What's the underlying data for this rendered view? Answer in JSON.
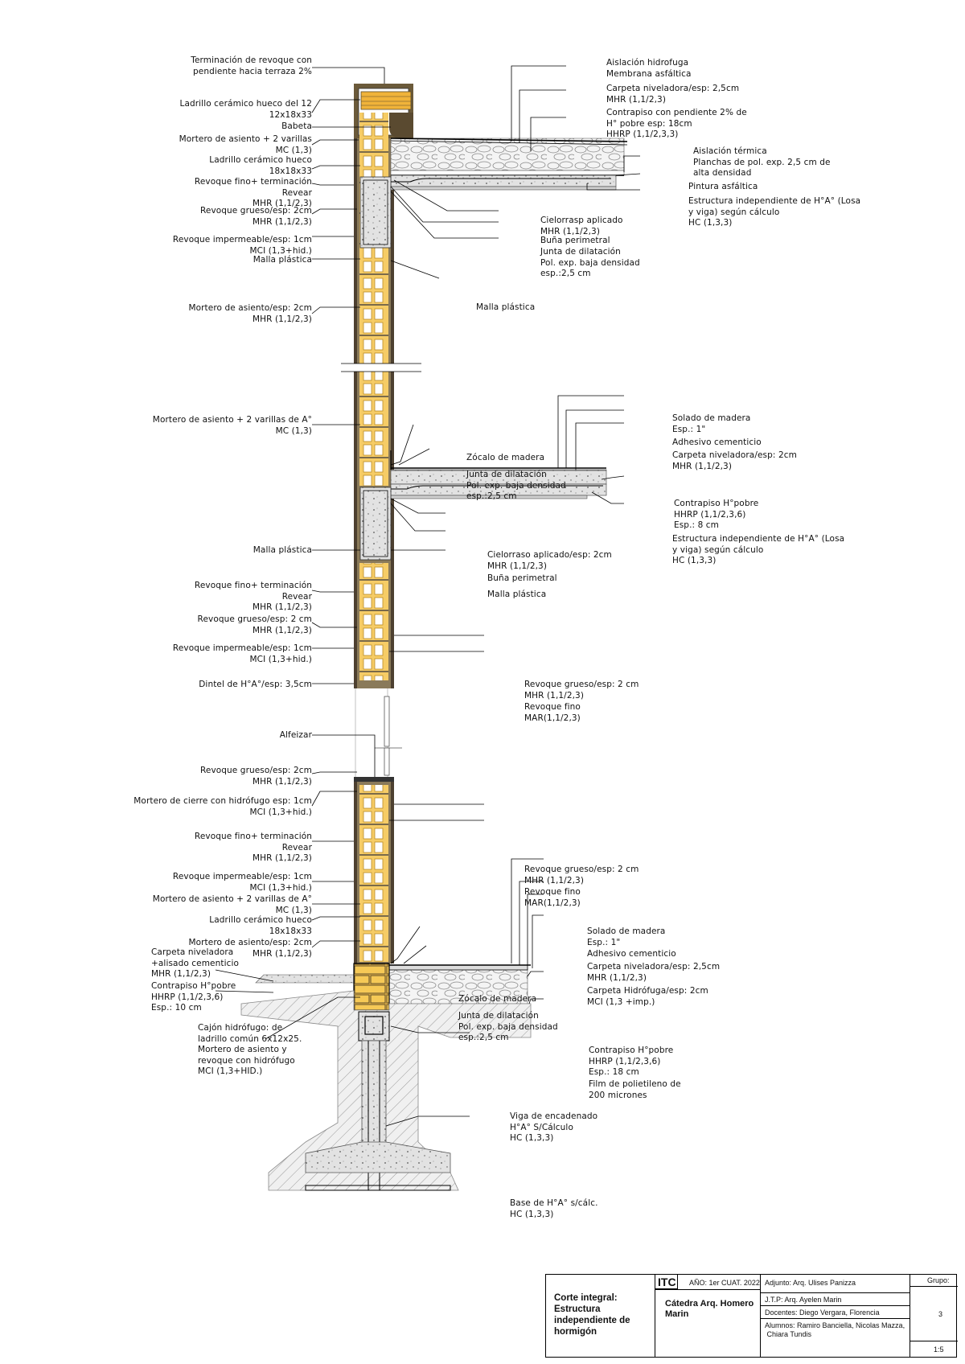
{
  "labels": {
    "l01": "Terminación de revoque con\npendiente hacia terraza 2%",
    "l02": "Ladrillo cerámico hueco del 12\n12x18x33",
    "l03": "Babeta",
    "l04": "Mortero de asiento + 2 varillas\nMC (1,3)",
    "l05": "Ladrillo cerámico hueco\n18x18x33",
    "l06": "Revoque fino+ terminación\nRevear\nMHR (1,1/2,3)",
    "l07": "Revoque grueso/esp: 2cm\nMHR (1,1/2,3)",
    "l08": "Revoque impermeable/esp: 1cm\nMCI (1,3+hid.)",
    "l09": "Malla plástica",
    "l10": "Mortero de asiento/esp: 2cm\nMHR (1,1/2,3)",
    "l11": "Mortero de asiento + 2 varillas de A°\nMC (1,3)",
    "l12": "Malla plástica",
    "l13": "Revoque fino+ terminación\nRevear\nMHR (1,1/2,3)",
    "l14": "Revoque grueso/esp: 2 cm\nMHR (1,1/2,3)",
    "l15": "Revoque impermeable/esp: 1cm\nMCI (1,3+hid.)",
    "l16": "Dintel de H°A°/esp: 3,5cm",
    "l17": "Alfeizar",
    "l18": "Revoque grueso/esp: 2cm\nMHR (1,1/2,3)",
    "l19": "Mortero de cierre con hidrófugo esp: 1cm\nMCI (1,3+hid.)",
    "l20": "Revoque fino+ terminación\nRevear\nMHR (1,1/2,3)",
    "l21": "Revoque impermeable/esp: 1cm\nMCI (1,3+hid.)",
    "l22": "Mortero de asiento + 2 varillas de A°\nMC (1,3)",
    "l23": "Ladrillo cerámico hueco\n18x18x33",
    "l24": "Mortero de asiento/esp: 2cm\nMHR (1,1/2,3)",
    "l25": "Carpeta niveladora\n+alisado cementicio\nMHR (1,1/2,3)",
    "l26": "Contrapiso H°pobre\nHHRP (1,1/2,3,6)\nEsp.: 10 cm",
    "l27": "Cajón hidrófugo: de\nladrillo común 6x12x25.\nMortero de asiento y\nrevoque con hidrófugo\nMCI (1,3+HID.)",
    "r01": "Aislación hidrofuga\nMembrana asfáltica",
    "r02": "Carpeta niveladora/esp: 2,5cm\nMHR (1,1/2,3)",
    "r03": "Contrapiso con pendiente 2% de\nH° pobre esp: 18cm\nHHRP (1,1/2,3,3)",
    "r04": "Aislación térmica\nPlanchas de pol. exp. 2,5 cm de\nalta densidad",
    "r05": "Pintura asfáltica",
    "r06": "Estructura independiente de H°A° (Losa\ny viga) según cálculo\nHC (1,3,3)",
    "r07": "Cielorrasp aplicado\nMHR (1,1/2,3)",
    "r08": "Buña perimetral",
    "r09": "Junta de dilatación\nPol. exp. baja densidad\nesp.:2,5 cm",
    "r10": "Malla plástica",
    "r11": "Solado de madera\nEsp.: 1\"",
    "r12": "Adhesivo cementicio",
    "r13": "Carpeta niveladora/esp: 2cm\nMHR (1,1/2,3)",
    "r14": "Zócalo de madera",
    "r15": "Junta de dilatación\nPol. exp. baja densidad\nesp.:2,5 cm",
    "r16": "Contrapiso H°pobre\nHHRP (1,1/2,3,6)\nEsp.: 8 cm",
    "r17": "Estructura independiente de H°A° (Losa\ny viga) según cálculo\nHC (1,3,3)",
    "r18": "Cielorraso aplicado/esp: 2cm\nMHR (1,1/2,3)",
    "r19": "Buña perimetral",
    "r20": "Malla plástica",
    "r21": "Revoque grueso/esp: 2 cm\nMHR (1,1/2,3)",
    "r22": "Revoque fino\nMAR(1,1/2,3)",
    "r23": "Revoque grueso/esp: 2 cm\nMHR (1,1/2,3)",
    "r24": "Revoque fino\nMAR(1,1/2,3)",
    "r25": "Solado de madera\nEsp.: 1\"",
    "r26": "Adhesivo cementicio",
    "r27": "Carpeta niveladora/esp: 2,5cm\nMHR (1,1/2,3)",
    "r28": "Carpeta Hidrófuga/esp: 2cm\nMCI (1,3 +imp.)",
    "r29": "Zócalo de madera",
    "r30": "Junta de dilatación\nPol. exp. baja densidad\nesp.:2,5 cm",
    "r31": "Contrapiso H°pobre\nHHRP (1,1/2,3,6)\nEsp.: 18 cm",
    "r32": "Film de polietileno de\n200 micrones",
    "r33": "Viga de encadenado\nH°A° S/Cálculo\nHC (1,3,3)",
    "r34": "Base de H°A° s/cálc.\nHC (1,3,3)"
  },
  "title_block": {
    "main_title": "Corte integral:\nEstructura\nindependiente de\nhormigón",
    "itc": "ITC",
    "year": "AÑO: 1er CUAT. 2022",
    "catedra": "Cátedra Arq. Homero\nMarin",
    "adjunto": "Adjunto: Arq. Ulises Panizza",
    "jtp": "J.T.P: Arq. Ayelen Marin",
    "docentes": "Docentes: Diego Vergara, Florencia",
    "alumnos": "Alumnos: Ramiro Banciella, Nicolas Mazza,\n Chiara Tundis",
    "grupo_label": "Grupo:",
    "grupo": "3",
    "escala": "1:5"
  },
  "colors": {
    "brick": "#f3c65a",
    "brick_dark": "#e6a728",
    "plaster": "#5c4a2e",
    "concrete": "#d9d9d9",
    "line": "#000000"
  }
}
